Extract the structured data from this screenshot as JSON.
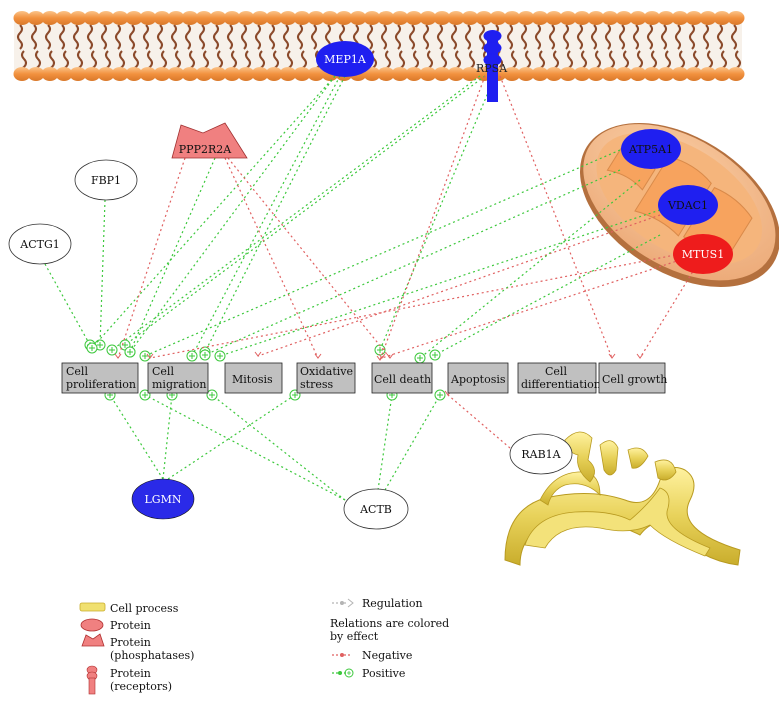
{
  "nodes": {
    "mep1a": "MEP1A",
    "rpsa": "RPSA",
    "ppp2r2a": "PPP2R2A",
    "fbp1": "FBP1",
    "actg1": "ACTG1",
    "atp5a1": "ATP5A1",
    "vdac1": "VDAC1",
    "mtus1": "MTUS1",
    "lgmn": "LGMN",
    "actb": "ACTB",
    "rab1a": "RAB1A"
  },
  "processes": {
    "cell_proliferation": [
      "Cell",
      "proliferation"
    ],
    "cell_migration": [
      "Cell",
      "migration"
    ],
    "mitosis": "Mitosis",
    "oxidative_stress": [
      "Oxidative",
      "stress"
    ],
    "cell_death": "Cell death",
    "apoptosis": "Apoptosis",
    "cell_differentiation": [
      "Cell",
      "differentiation"
    ],
    "cell_growth": "Cell growth"
  },
  "legend": {
    "cell_process": "Cell process",
    "protein": "Protein",
    "protein_phosphatases": [
      "Protein",
      "(phosphatases)"
    ],
    "protein_receptors": [
      "Protein",
      "(receptors)"
    ],
    "regulation": "Regulation",
    "relations_title": [
      "Relations are colored",
      "by effect"
    ],
    "negative": "Negative",
    "positive": "Positive"
  },
  "colors": {
    "positive": "#3cc83c",
    "negative": "#e06060",
    "regulation": "#b4b4b4",
    "protein_blue": "#1f1ff0",
    "protein_red": "#ee1c1c",
    "phosphatase": "#f08080",
    "process_box": "#c0c0c0",
    "membrane_head": "#f29a4a"
  }
}
